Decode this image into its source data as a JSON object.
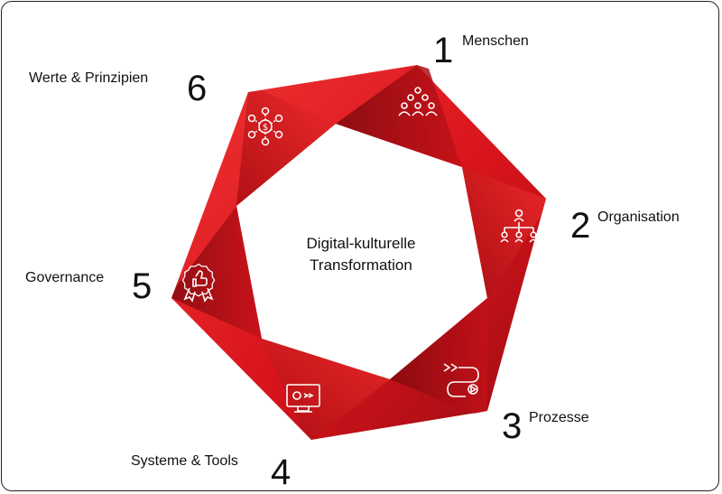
{
  "center": {
    "line1": "Digital-kulturelle",
    "line2": "Transformation"
  },
  "segments": [
    {
      "number": "1",
      "label": "Menschen",
      "icon": "people-group-icon"
    },
    {
      "number": "2",
      "label": "Organisation",
      "icon": "org-chart-icon"
    },
    {
      "number": "3",
      "label": "Prozesse",
      "icon": "process-flow-icon"
    },
    {
      "number": "4",
      "label": "Systeme & Tools",
      "icon": "monitor-settings-icon"
    },
    {
      "number": "5",
      "label": "Governance",
      "icon": "award-thumbs-up-icon"
    },
    {
      "number": "6",
      "label": "Werte & Prinzipien",
      "icon": "values-network-icon"
    }
  ],
  "colors": {
    "primary": "#d8141c",
    "dark": "#8e0b10",
    "light": "#f23a3a"
  }
}
